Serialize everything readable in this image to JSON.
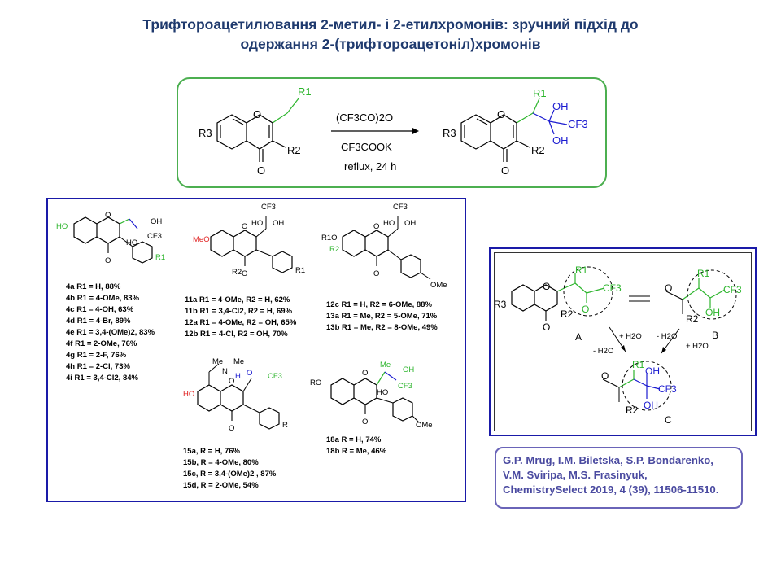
{
  "title": {
    "line1": "Трифтороацетилювання 2-метил- і 2-етилхромонів: зручний підхід до",
    "line2": "одержання 2-(трифтороацетоніл)хромонів"
  },
  "reaction": {
    "reagent": "(CF3CO)2O",
    "base": "CF3COOK",
    "conditions": "reflux, 24 h",
    "start_R1": "R1",
    "start_R2": "R2",
    "start_R3": "R3",
    "start_O": "O",
    "start_O_ketone": "O",
    "prod_R1": "R1",
    "prod_R2": "R2",
    "prod_R3": "R3",
    "prod_OH1": "OH",
    "prod_OH2": "OH",
    "prod_CF3": "CF3",
    "prod_O": "O",
    "prod_O_ketone": "O"
  },
  "compounds": {
    "series4": [
      "4a R1 = H,      88%",
      "4b R1 = 4-OMe, 83%",
      "4c R1 = 4-OH,  63%",
      "4d R1 = 4-Br,   89%",
      "4e R1 = 3,4-(OMe)2, 83%",
      "4f R1 = 2-OMe, 76%",
      "4g R1 = 2-F,   76%",
      "4h R1 = 2-Cl, 73%",
      "4i R1 = 3,4-Cl2,  84%"
    ],
    "series11": [
      "11a R1 = 4-OMe, R2 = H, 62%",
      "11b R1 = 3,4-Cl2, R2 = H, 69%",
      "12a R1 = 4-OMe, R2 = OH, 65%",
      "12b R1 = 4-Cl, R2 = OH, 70%"
    ],
    "series12": [
      "12c R1 = H, R2 = 6-OMe,  88%",
      "13a R1 = Me, R2 = 5-OMe, 71%",
      "13b R1 = Me, R2 = 8-OMe, 49%"
    ],
    "series15": [
      "15a, R = H, 76%",
      "15b, R = 4-OMe,  80%",
      "15c, R = 3,4-(OMe)2 ,  87%",
      "15d, R = 2-OMe, 54%"
    ],
    "series18": [
      "18a R = H,    74%",
      "18b R = Me,   46%"
    ],
    "s4_labels": {
      "HO": "HO",
      "OH": "OH",
      "HO2": "HO",
      "CF3": "CF3",
      "O": "O",
      "O2": "O",
      "R1": "R1"
    },
    "s11_labels": {
      "MeO": "MeO",
      "CF3": "CF3",
      "HO": "HO",
      "OH": "OH",
      "O": "O",
      "O2": "O",
      "R2": "R2",
      "R1": "R1"
    },
    "s12_labels": {
      "R1O": "R1O",
      "R2": "R2",
      "CF3": "CF3",
      "HO": "HO",
      "OH": "OH",
      "O": "O",
      "O2": "O",
      "OMe": "OMe"
    },
    "s15_labels": {
      "Me1": "Me",
      "Me2": "Me",
      "N": "N",
      "H": "H",
      "O": "O",
      "CF3": "CF3",
      "HO": "HO",
      "O2": "O",
      "O3": "O",
      "R": "R"
    },
    "s18_labels": {
      "RO": "RO",
      "O": "O",
      "Me": "Me",
      "OH": "OH",
      "HO": "HO",
      "CF3": "CF3",
      "O2": "O",
      "OMe": "OMe"
    }
  },
  "mechanism": {
    "A": {
      "R1": "R1",
      "CF3": "CF3",
      "O": "O",
      "O_ring": "O",
      "O_ket": "O",
      "R2": "R2",
      "R3": "R3",
      "label": "A"
    },
    "B": {
      "R1": "R1",
      "CF3": "CF3",
      "O": "O",
      "OH": "OH",
      "R2": "R2",
      "label": "B"
    },
    "C": {
      "R1": "R1",
      "OH1": "OH",
      "OH2": "OH",
      "CF3": "CF3",
      "O": "O",
      "R2": "R2",
      "label": "C"
    },
    "arrows": {
      "plus_h2o_1": "+ H2O",
      "minus_h2o_1": "- H2O",
      "minus_h2o_2": "- H2O",
      "plus_h2o_2": "+ H2O"
    }
  },
  "reference": {
    "line1": "G.P. Mrug, I.M. Biletska, S.P. Bondarenko,",
    "line2": "V.M. Sviripa, M.S. Frasinyuk,",
    "line3": "ChemistrySelect 2019, 4 (39), 11506-11510."
  },
  "colors": {
    "title": "#1f3a6e",
    "green_box": "#4caf50",
    "blue_box": "#1a1aa8",
    "green_bond": "#2db52d",
    "blue_bond": "#1a1ad0",
    "red": "#e02020",
    "ref_text": "#4a4aa0"
  }
}
